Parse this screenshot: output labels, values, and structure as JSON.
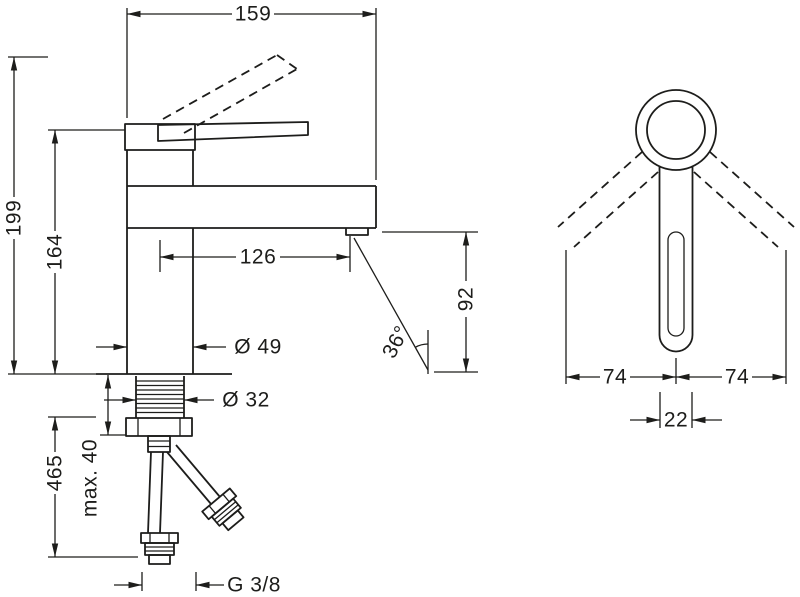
{
  "drawing": {
    "ink_color": "#1d1d1b",
    "background_color": "#ffffff",
    "side_view": {
      "dim_total_width": "159",
      "dim_total_height": "199",
      "dim_body_height": "164",
      "dim_spout_reach": "126",
      "dim_spout_height": "92",
      "dim_body_diameter": "Ø 49",
      "dim_shank_diameter": "Ø 32",
      "dim_spray_angle": "36°",
      "dim_hose_length": "465",
      "dim_max_mounting_depth": "max. 40",
      "dim_connection_thread": "G 3/8"
    },
    "top_view": {
      "dim_left_swing": "74",
      "dim_right_swing": "74",
      "dim_lever_width": "22"
    }
  }
}
